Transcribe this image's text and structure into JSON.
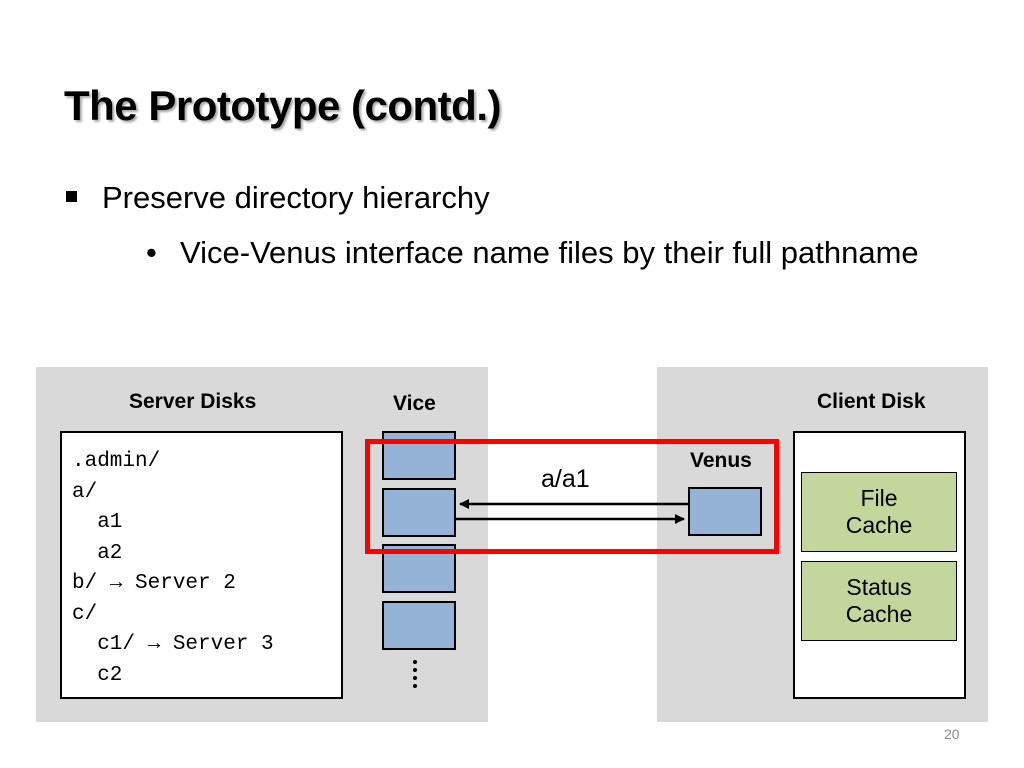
{
  "title": "The Prototype (contd.)",
  "bullets": {
    "level1": "Preserve directory hierarchy",
    "level2": "Vice-Venus interface name files by their full pathname"
  },
  "diagram": {
    "server_disks_label": "Server Disks",
    "vice_label": "Vice",
    "client_disk_label": "Client Disk",
    "venus_label": "Venus",
    "file_listing": ".admin/\na/\n  a1\n  a2\nb/ → Server 2\nc/\n  c1/ → Server 3\n  c2",
    "path_label": "a/a1",
    "file_cache_label": "File\nCache",
    "status_cache_label": "Status\nCache",
    "colors": {
      "panel": "#d9d9d9",
      "box_blue": "#95b3d7",
      "cache_green": "#c3d69b",
      "highlight": "#ff0000"
    }
  },
  "page_number": "20"
}
